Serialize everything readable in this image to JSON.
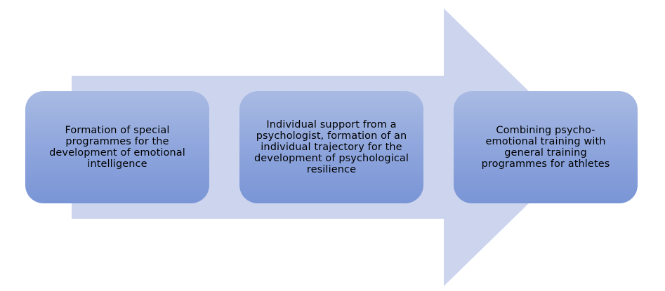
{
  "diagram": {
    "arrow_color": "#cdd5ee",
    "box_gradient_top": "#a9bbe3",
    "box_gradient_bottom": "#7a95d6",
    "steps": [
      {
        "label": "Formation of special programmes for the development of emotional intelligence"
      },
      {
        "label": "Individual support from a psychologist, formation of an individual trajectory for the development of psychological resilience"
      },
      {
        "label": "Combining psycho-emotional training with general training programmes for athletes"
      }
    ]
  }
}
